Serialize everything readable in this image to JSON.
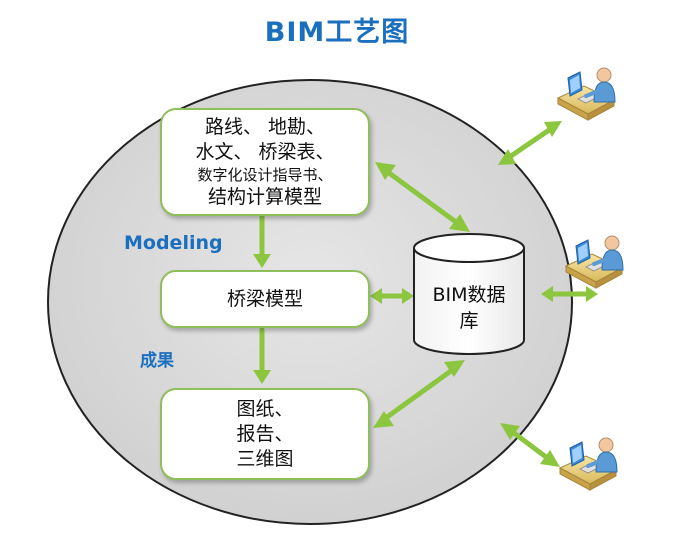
{
  "title": "BIM工艺图",
  "labels": {
    "modeling": "Modeling",
    "result": "成果"
  },
  "input_box": {
    "lines": [
      "路线、 地勘、",
      "水文、 桥梁表、",
      "数字化设计指导书、",
      "结构计算模型"
    ]
  },
  "model_box": {
    "label": "桥梁模型"
  },
  "output_box": {
    "lines": [
      "图纸、",
      "报告、",
      "三维图"
    ]
  },
  "database": {
    "lines": [
      "BIM数据",
      "库"
    ]
  },
  "users_count": 3,
  "colors": {
    "title": "#1b6fbf",
    "arrow": "#8cc63f",
    "circle_fill": "#d9d9d9",
    "circle_stroke": "#222222",
    "box_border": "#8fbf5a"
  }
}
